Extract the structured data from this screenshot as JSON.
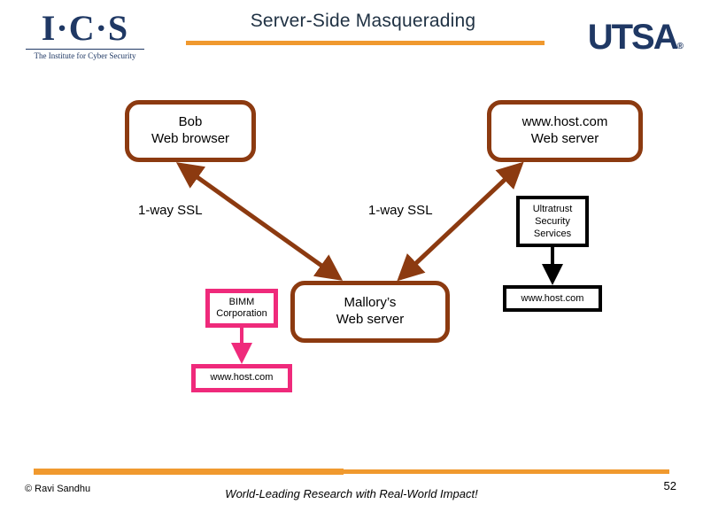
{
  "header": {
    "ics_logo_mark": "I·C·S",
    "ics_logo_subtitle": "The Institute for Cyber Security",
    "title": "Server-Side Masquerading",
    "utsa_logo": "UTSA",
    "utsa_registered": "®",
    "accent_color": "#f0992e",
    "brand_navy": "#1f3864"
  },
  "diagram": {
    "nodes": [
      {
        "id": "bob",
        "lines": [
          "Bob",
          "Web browser"
        ],
        "border_color": "#8c3a10",
        "shape": "rounded-rect"
      },
      {
        "id": "host_server",
        "lines": [
          "www.host.com",
          "Web server"
        ],
        "border_color": "#8c3a10",
        "shape": "rounded-rect"
      },
      {
        "id": "mallory",
        "lines": [
          "Mallory’s",
          "Web server"
        ],
        "border_color": "#8c3a10",
        "shape": "rounded-rect"
      },
      {
        "id": "ultratrust",
        "lines": [
          "Ultratrust",
          "Security",
          "Services"
        ],
        "border_color": "#000000",
        "shape": "rect"
      },
      {
        "id": "host_cert_black",
        "lines": [
          "www.host.com"
        ],
        "border_color": "#000000",
        "shape": "rect"
      },
      {
        "id": "bimm",
        "lines": [
          "BIMM",
          "Corporation"
        ],
        "border_color": "#ef2a7b",
        "shape": "rect"
      },
      {
        "id": "host_cert_pink",
        "lines": [
          "www.host.com"
        ],
        "border_color": "#ef2a7b",
        "shape": "rect"
      }
    ],
    "edge_labels": [
      {
        "id": "ssl_left",
        "text": "1-way SSL"
      },
      {
        "id": "ssl_right",
        "text": "1-way SSL"
      }
    ],
    "connectors": [
      {
        "id": "bob-to-mallory",
        "from": "bob",
        "to": "mallory",
        "color": "#8c3a10",
        "arrows": "both"
      },
      {
        "id": "hostserver-to-mallory",
        "from": "host_server",
        "to": "mallory",
        "color": "#8c3a10",
        "arrows": "both"
      },
      {
        "id": "ultratrust-to-hostcert",
        "from": "ultratrust",
        "to": "host_cert_black",
        "color": "#000000",
        "arrows": "end"
      },
      {
        "id": "bimm-to-hostcert",
        "from": "bimm",
        "to": "host_cert_pink",
        "color": "#ef2a7b",
        "arrows": "end"
      }
    ]
  },
  "footer": {
    "copyright": "© Ravi Sandhu",
    "tagline": "World-Leading Research with Real-World Impact!",
    "page_number": "52"
  }
}
